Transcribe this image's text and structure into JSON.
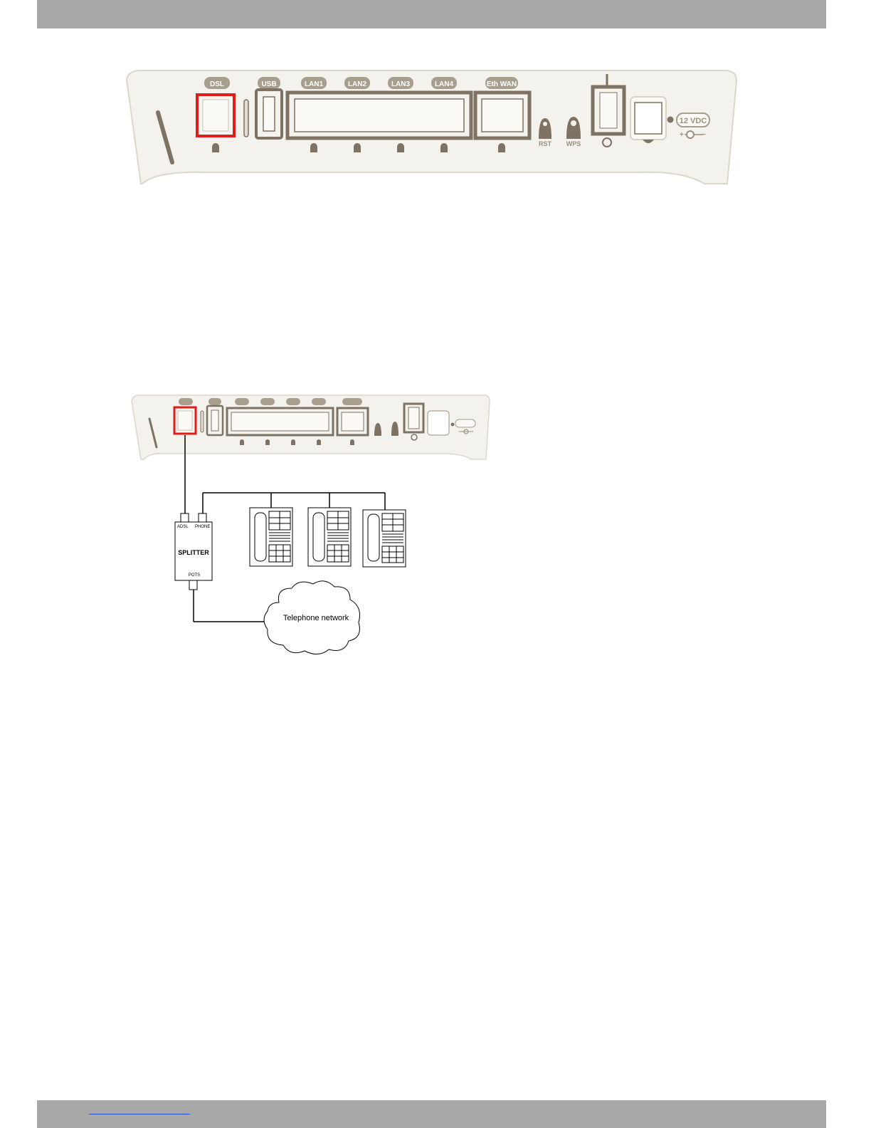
{
  "device": {
    "ports": {
      "dsl": "DSL",
      "usb": "USB",
      "lan1": "LAN1",
      "lan2": "LAN2",
      "lan3": "LAN3",
      "lan4": "LAN4",
      "eth_wan": "Eth WAN"
    },
    "buttons": {
      "rst": "RST",
      "wps": "WPS"
    },
    "power": "12 VDC"
  },
  "diagram": {
    "splitter_title": "SPLITTER",
    "splitter_adsl": "ADSL",
    "splitter_phone": "PHONE",
    "splitter_pots": "POTS",
    "cloud_label": "Telephone network"
  },
  "colors": {
    "band": "#a8a8a8",
    "device_body": "#f2f0e8",
    "device_outline": "#d8d3c6",
    "port_frame": "#7d7263",
    "highlight": "#e01c1c",
    "link": "#2255cc"
  }
}
